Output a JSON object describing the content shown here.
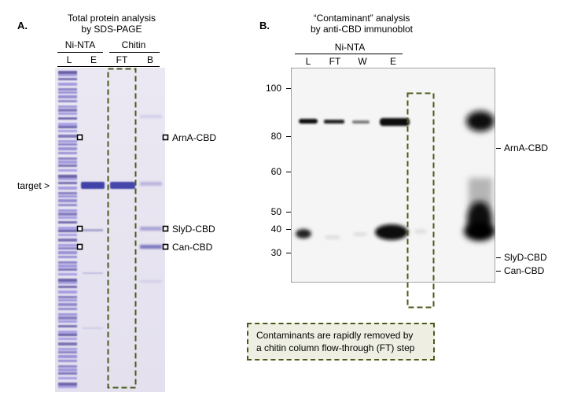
{
  "panel_a": {
    "letter": "A.",
    "title_line1": "Total protein analysis",
    "title_line2": "by SDS-PAGE",
    "group_ninta": "Ni-NTA",
    "group_chitin": "Chitin",
    "lanes": [
      "L",
      "E",
      "FT",
      "B"
    ],
    "target_label": "target >",
    "band_labels": [
      "ArnA-CBD",
      "SlyD-CBD",
      "Can-CBD"
    ]
  },
  "panel_b": {
    "letter": "B.",
    "title_line1": "“Contaminant” analysis",
    "title_line2": "by anti-CBD immunoblot",
    "group_ninta": "Ni-NTA",
    "lanes": [
      "L",
      "FT",
      "W",
      "E"
    ],
    "mw_markers": [
      "100",
      "80",
      "60",
      "50",
      "40",
      "30"
    ],
    "band_labels": [
      "ArnA-CBD",
      "SlyD-CBD",
      "Can-CBD"
    ]
  },
  "callout": {
    "line1": "Contaminants are rapidly removed by",
    "line2": "a chitin column flow-through (FT) step"
  },
  "colors": {
    "gel_bg": "#e9e6f1",
    "gel_band": "#4c4fae",
    "blot_bg": "#f4f4f4",
    "blot_band": "#111111",
    "dashed_box": "#4a5a1c",
    "callout_bg": "#eeefe2"
  }
}
